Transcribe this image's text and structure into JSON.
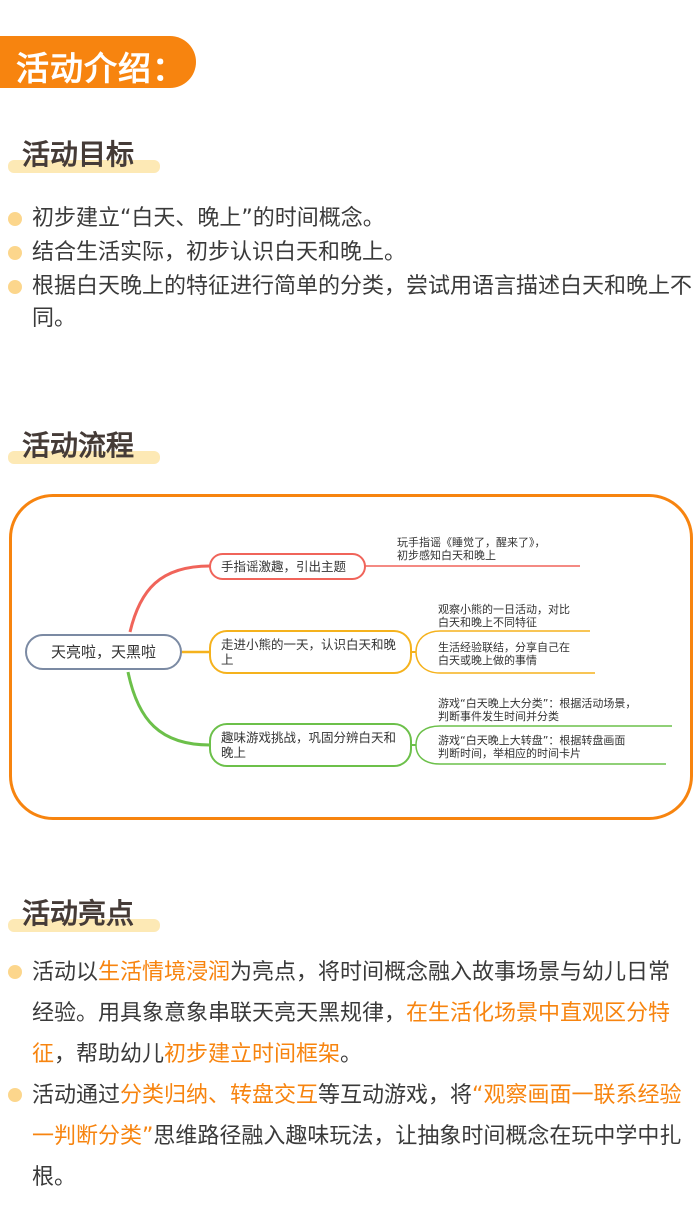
{
  "banner": {
    "title": "活动介绍："
  },
  "goals": {
    "title": "活动目标",
    "items": [
      "初步建立“白天、晚上”的时间概念。",
      "结合生活实际，初步认识白天和晚上。",
      "根据白天晚上的特征进行简单的分类，尝试用语言描述白天和晚上不同。"
    ]
  },
  "process": {
    "title": "活动流程",
    "mindmap": {
      "root": "天亮啦，天黑啦",
      "frame_color": "#f7840f",
      "branches": [
        {
          "label": "手指谣激趣，引出主题",
          "color": "#f0645a",
          "children": [
            "玩手指谣《睡觉了，醒来了》，\n初步感知白天和晚上"
          ]
        },
        {
          "label": "走进小熊的一天，认识白天和晚上",
          "color": "#f5b21d",
          "children": [
            "观察小熊的一日活动，对比\n白天和晚上不同特征",
            "生活经验联结，分享自己在\n白天或晚上做的事情"
          ]
        },
        {
          "label": "趣味游戏挑战，巩固分辨白天和晚上",
          "color": "#6cc04a",
          "children": [
            "游戏“白天晚上大分类”：根据活动场景，\n判断事件发生时间并分类",
            "游戏“白天晚上大转盘”：根据转盘画面\n判断时间，举相应的时间卡片"
          ]
        }
      ]
    }
  },
  "highlights": {
    "title": "活动亮点",
    "items": [
      {
        "segments": [
          {
            "text": "活动以",
            "hl": false
          },
          {
            "text": "生活情境浸润",
            "hl": true
          },
          {
            "text": "为亮点，将时间概念融入故事场景与幼儿日常经验。用具象意象串联天亮天黑规律，",
            "hl": false
          },
          {
            "text": "在生活化场景中直观区分特征",
            "hl": true
          },
          {
            "text": "，帮助幼儿",
            "hl": false
          },
          {
            "text": "初步建立时间框架",
            "hl": true
          },
          {
            "text": "。",
            "hl": false
          }
        ]
      },
      {
        "segments": [
          {
            "text": "活动通过",
            "hl": false
          },
          {
            "text": "分类归纳、转盘交互",
            "hl": true
          },
          {
            "text": "等互动游戏，将",
            "hl": false
          },
          {
            "text": "“观察画面一联系经验一判断分类”",
            "hl": true
          },
          {
            "text": "思维路径融入趣味玩法，让抽象时间概念在玩中学中扎根。",
            "hl": false
          }
        ]
      }
    ]
  },
  "colors": {
    "accent": "#f7840f",
    "title_underline": "#fde9b5",
    "bullet": "#fcd68c",
    "text": "#3a3a3a"
  }
}
